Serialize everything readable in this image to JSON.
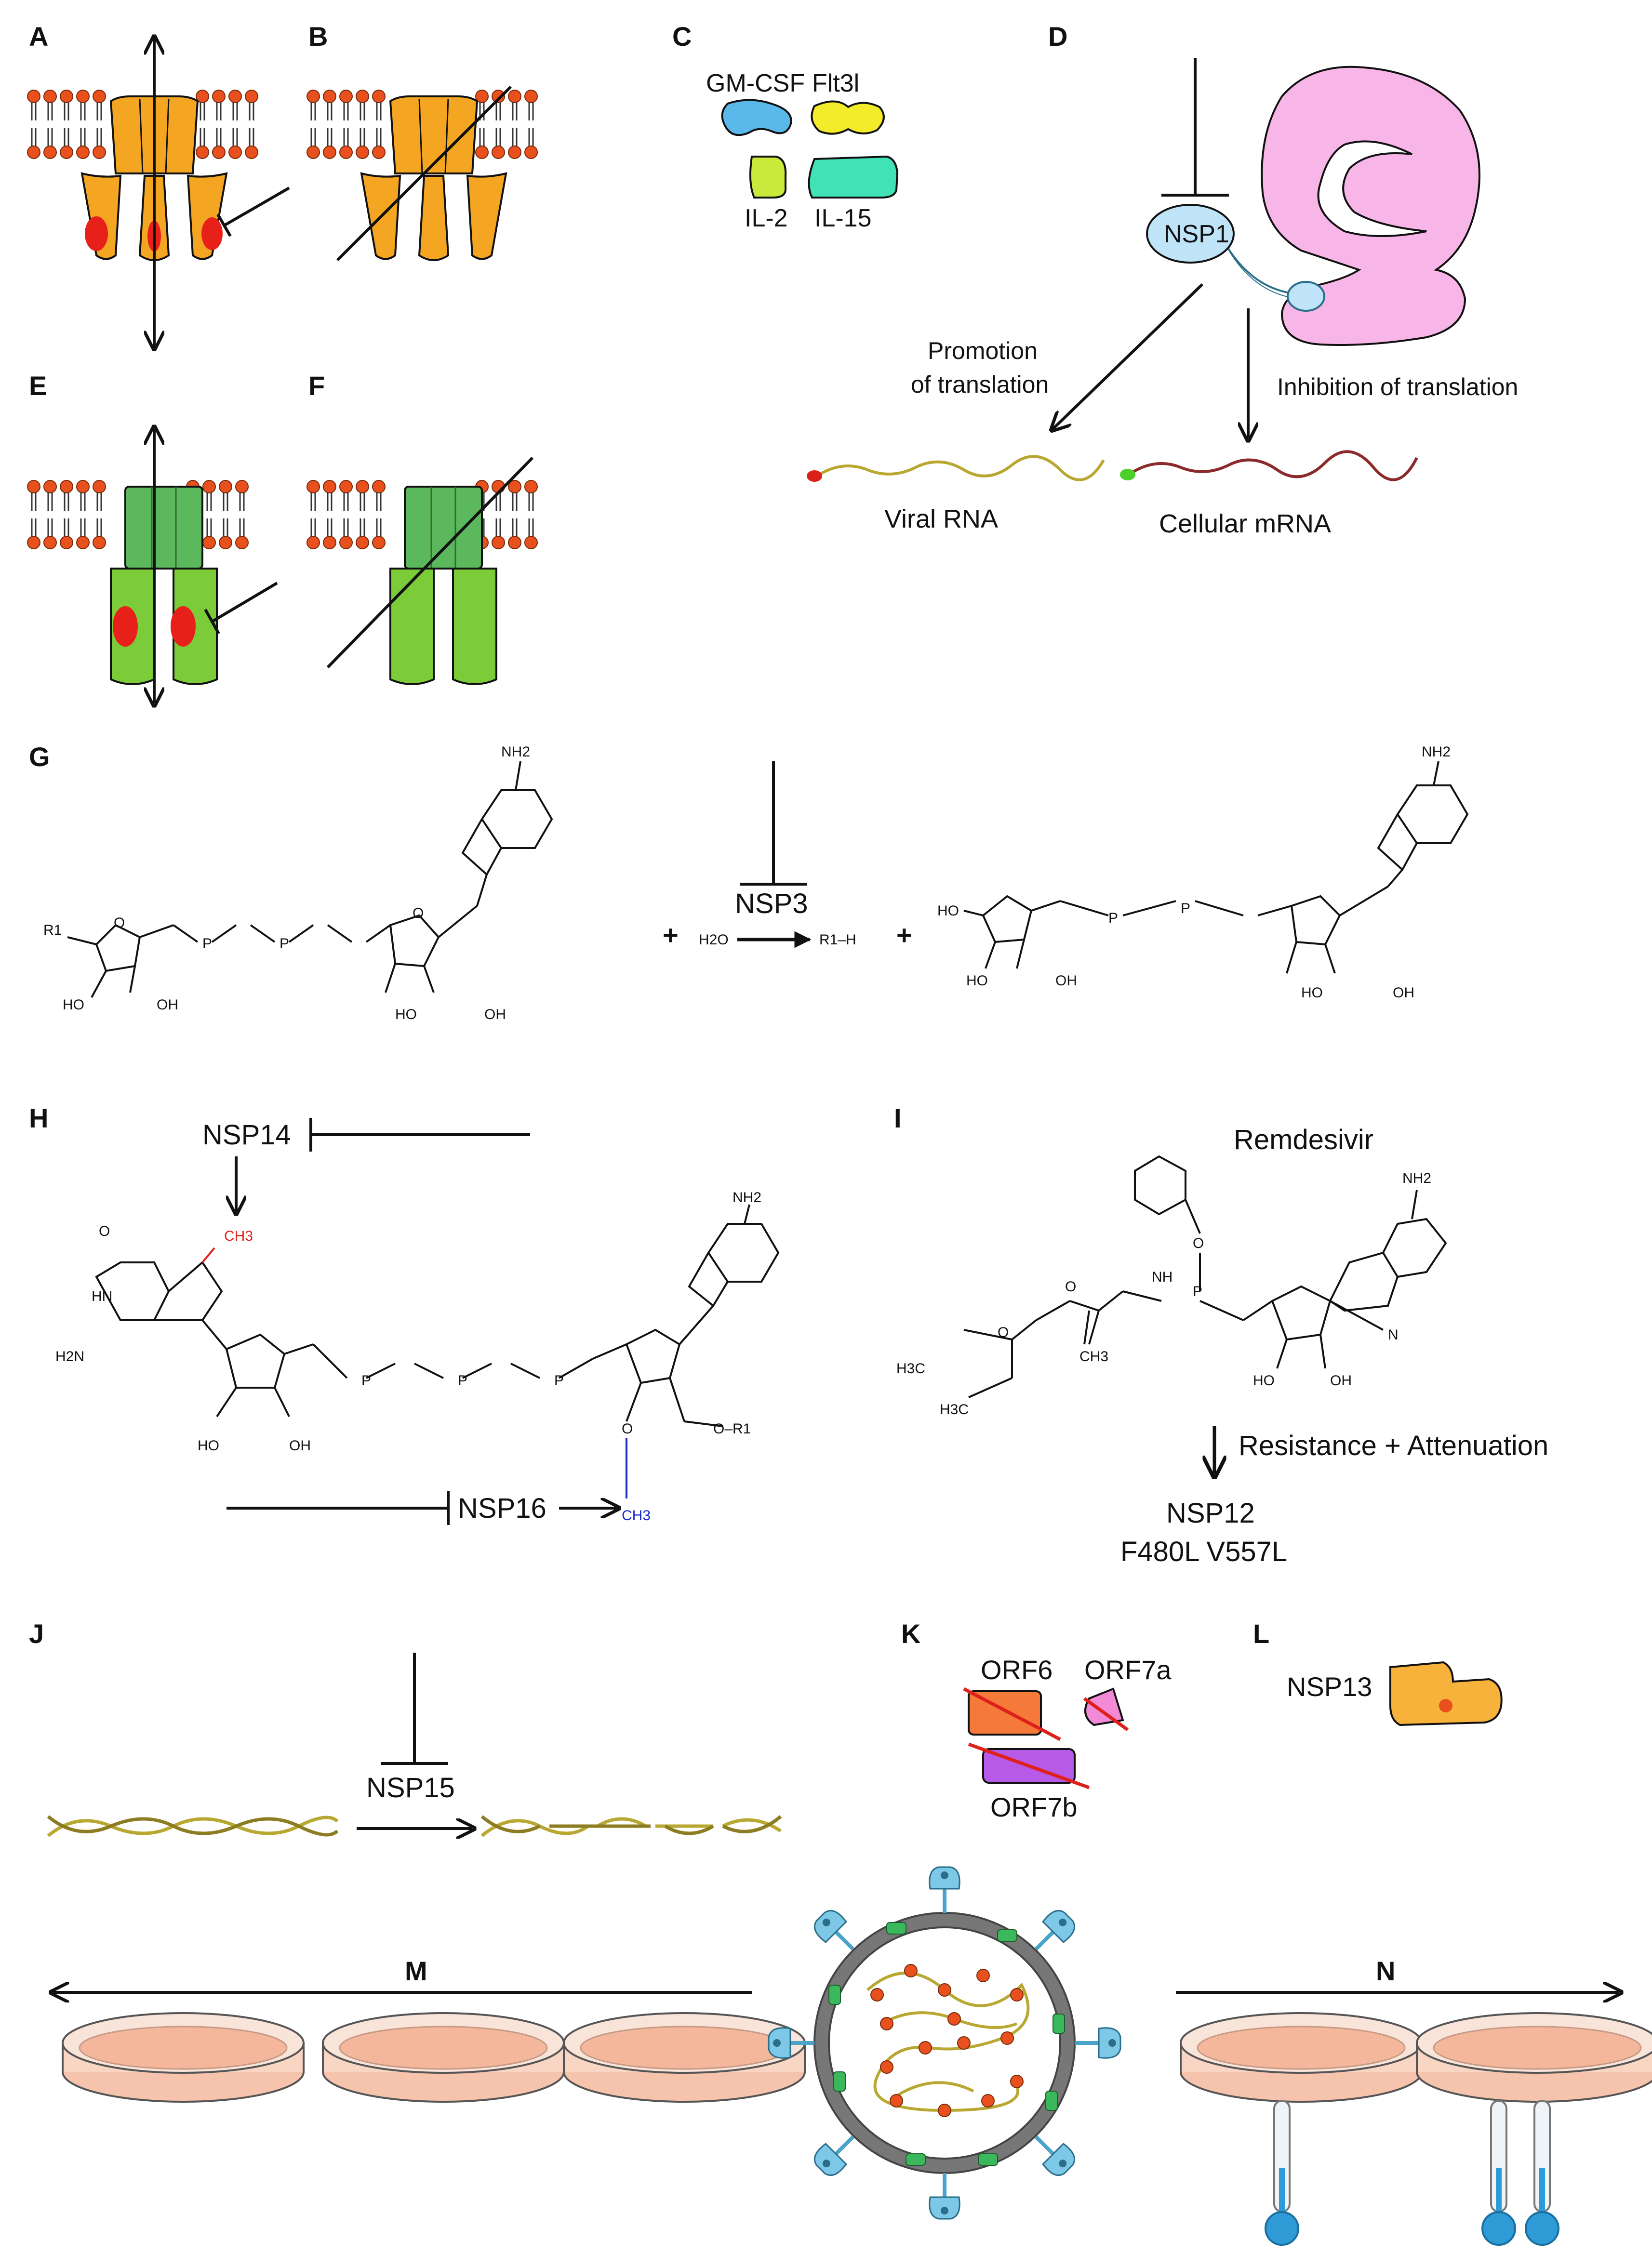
{
  "panels": {
    "A": "A",
    "B": "B",
    "C": "C",
    "D": "D",
    "E": "E",
    "F": "F",
    "G": "G",
    "H": "H",
    "I": "I",
    "J": "J",
    "K": "K",
    "L": "L",
    "M": "M",
    "N": "N"
  },
  "panel_c": {
    "gm_csf": "GM-CSF",
    "flt3l": "Flt3l",
    "il2": "IL-2",
    "il15": "IL-15"
  },
  "panel_d": {
    "nsp1": "NSP1",
    "promotion_line1": "Promotion",
    "promotion_line2": "of translation",
    "inhibition": "Inhibition of translation",
    "viral_rna": "Viral RNA",
    "cellular_mrna": "Cellular mRNA"
  },
  "panel_g": {
    "nsp3": "NSP3",
    "plus": "+",
    "water": "H2O",
    "product": "R1–H",
    "r1": "R1",
    "nh2": "NH2"
  },
  "panel_h": {
    "nsp14": "NSP14",
    "nsp16": "NSP16",
    "ch3": "CH3",
    "r1": "O–R1"
  },
  "panel_i": {
    "title": "Remdesivir",
    "effect": "Resistance + Attenuation",
    "protein": "NSP12",
    "mutations": "F480L V557L"
  },
  "panel_j": {
    "nsp15": "NSP15"
  },
  "panel_k": {
    "orf6": "ORF6",
    "orf7a": "ORF7a",
    "orf7b": "ORF7b"
  },
  "panel_l": {
    "nsp13": "NSP13"
  },
  "colors": {
    "orange_channel": "#f4a623",
    "green_channel": "#5cb85c",
    "lipid_head": "#e8501e",
    "ribosome": "#f7b5e8",
    "nsp1": "#bfe3f7",
    "viral_rna": "#b8a832",
    "cellular_mrna": "#8b2a2a",
    "red_strike": "#e0201a",
    "dish": "#f6c3ad",
    "thermometer": "#2e9ad6"
  }
}
